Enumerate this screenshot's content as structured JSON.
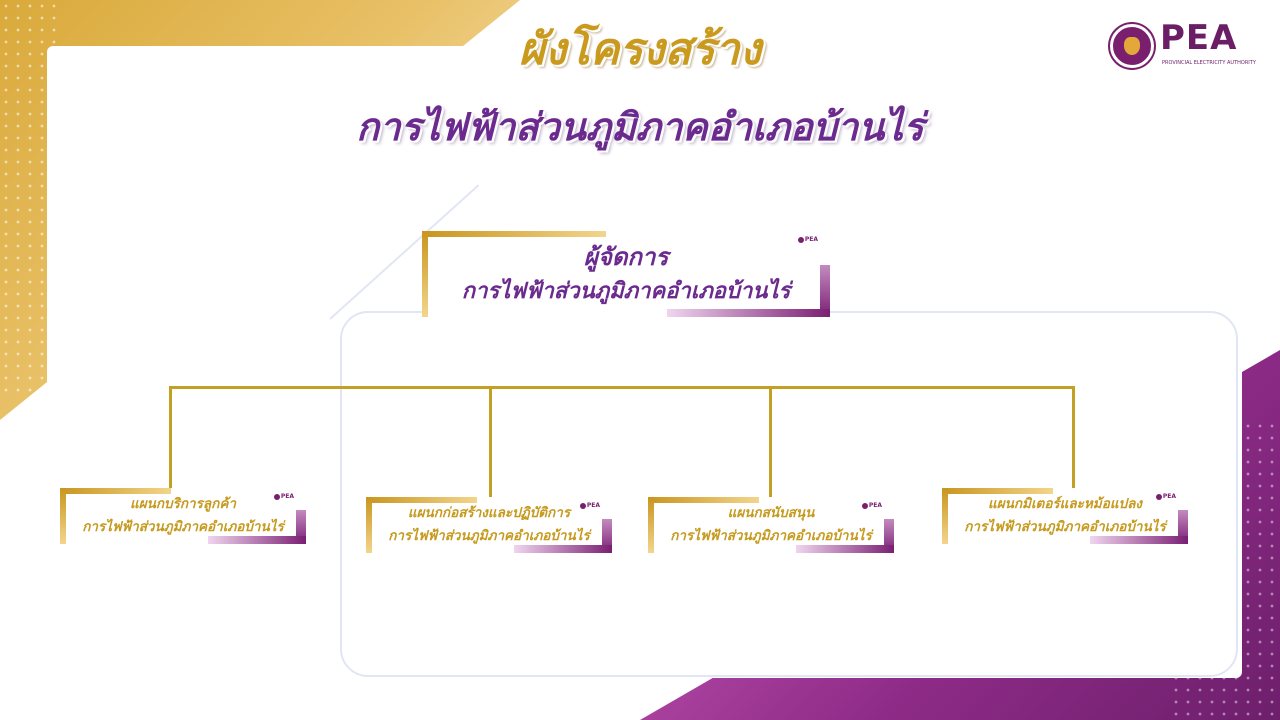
{
  "title": {
    "main": "ผังโครงสร้าง",
    "sub": "การไฟฟ้าส่วนภูมิภาคอำเภอบ้านไร่"
  },
  "logo": {
    "text": "PEA",
    "tagline": "PROVINCIAL ELECTRICITY AUTHORITY",
    "mini": "PEA"
  },
  "colors": {
    "gold": "#c99a1e",
    "purple": "#6b2a8e",
    "connector": "#c2a024"
  },
  "org": {
    "root": {
      "line1": "ผู้จัดการ",
      "line2": "การไฟฟ้าส่วนภูมิภาคอำเภอบ้านไร่"
    },
    "children": [
      {
        "line1": "แผนกบริการลูกค้า",
        "line2": "การไฟฟ้าส่วนภูมิภาคอำเภอบ้านไร่"
      },
      {
        "line1": "แผนกก่อสร้างและปฏิบัติการ",
        "line2": "การไฟฟ้าส่วนภูมิภาคอำเภอบ้านไร่"
      },
      {
        "line1": "แผนกสนับสนุน",
        "line2": "การไฟฟ้าส่วนภูมิภาคอำเภอบ้านไร่"
      },
      {
        "line1": "แผนกมิเตอร์และหม้อแปลง",
        "line2": "การไฟฟ้าส่วนภูมิภาคอำเภอบ้านไร่"
      }
    ]
  }
}
